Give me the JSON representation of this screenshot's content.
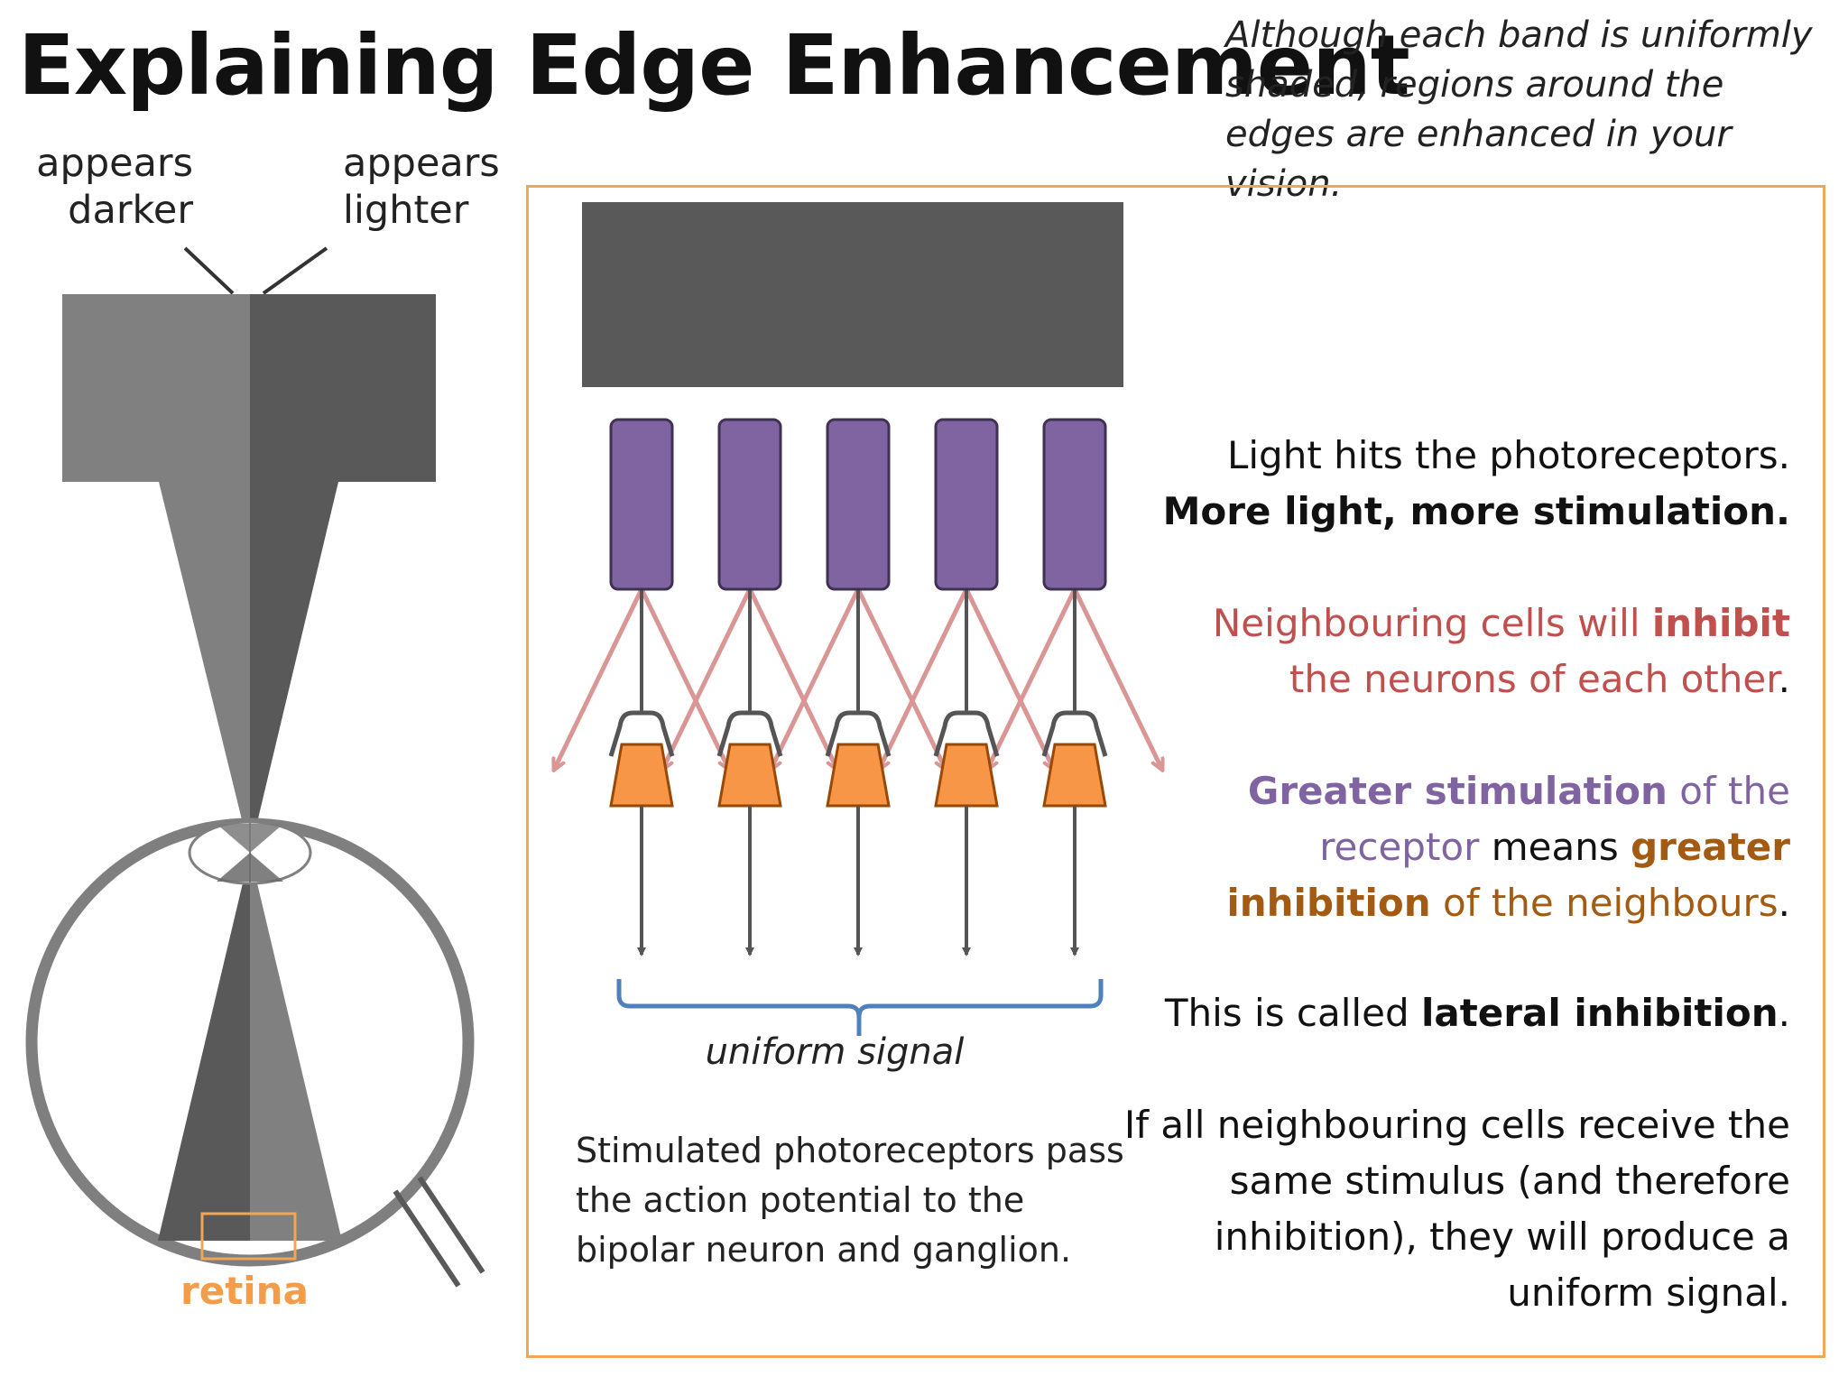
{
  "title": "Explaining Edge Enhancement",
  "subtitle": "Although each band is uniformly shaded, regions around the edges are enhanced in your vision.",
  "eye_diagram": {
    "label_dark_line1": "appears",
    "label_dark_line2": "darker",
    "label_light_line1": "appears",
    "label_light_line2": "lighter",
    "retina_label": "retina"
  },
  "neural_diagram": {
    "receptor_count": 5,
    "uniform_signal_label": "uniform signal",
    "caption": "Stimulated photoreceptors pass the action potential to the bipolar neuron and ganglion."
  },
  "explanation": {
    "p1_a": "Light hits the photoreceptors.",
    "p1_b": "More light, more stimulation.",
    "p2_a": "Neighbouring cells will ",
    "p2_b": "inhibit",
    "p2_c": "the neurons of each other",
    "p2_d": ".",
    "p3_a": "Greater stimulation",
    "p3_b": " of the",
    "p3_c": "receptor",
    "p3_d": " means ",
    "p3_e": "greater",
    "p3_f": "inhibition",
    "p3_g": " of the neighbours",
    "p3_h": ".",
    "p4_a": "This is called ",
    "p4_b": "lateral inhibition",
    "p4_c": ".",
    "p5": "If all neighbouring cells receive the same  stimulus (and therefore inhibition), they will produce a uniform signal."
  },
  "colors": {
    "receptor": "#8064a2",
    "neuron": "#f79646",
    "inhibit_arrow": "#d99694",
    "brace": "#4f81bd",
    "frame": "#f0a654",
    "band_light": "#808080",
    "band_dark": "#595959"
  }
}
